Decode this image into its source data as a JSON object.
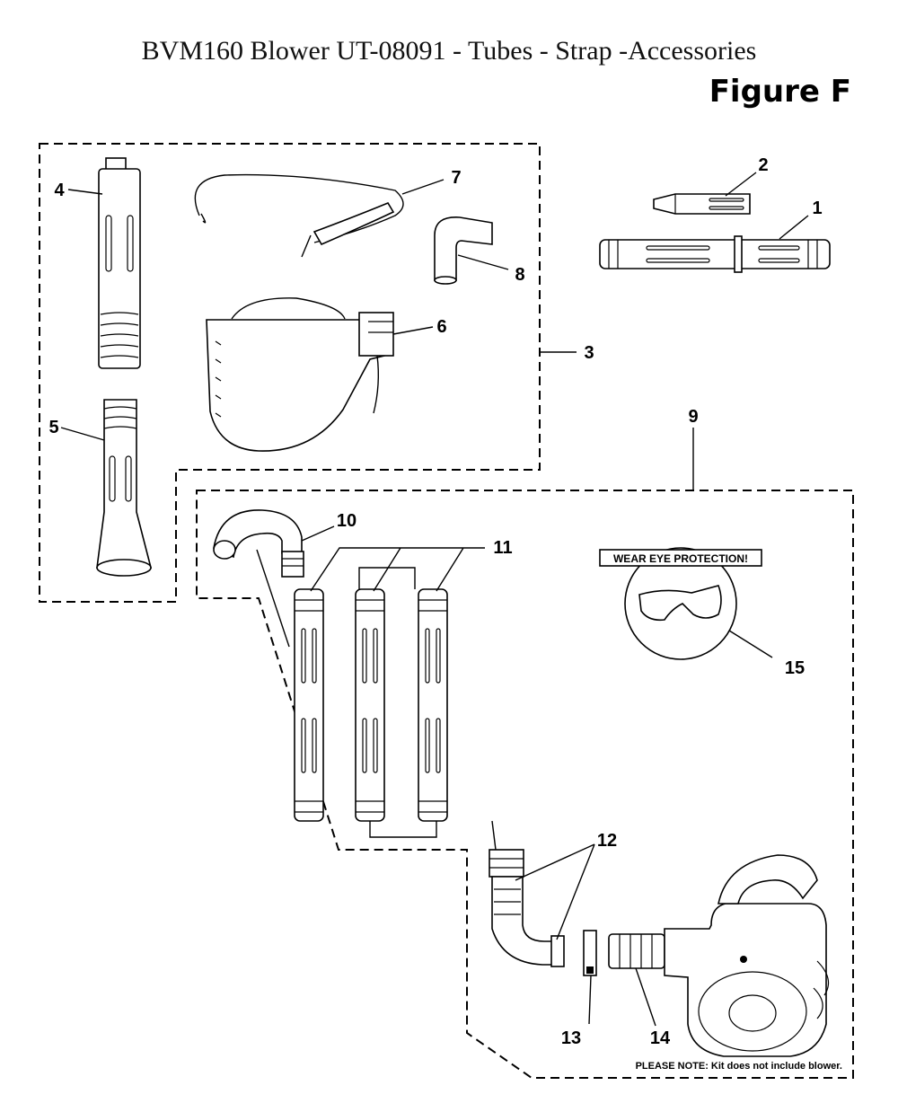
{
  "header": {
    "title": "BVM160 Blower UT-08091 - Tubes - Strap -Accessories",
    "figure": "Figure F"
  },
  "callouts": {
    "c1": "1",
    "c2": "2",
    "c3": "3",
    "c4": "4",
    "c5": "5",
    "c6": "6",
    "c7": "7",
    "c8": "8",
    "c9": "9",
    "c10": "10",
    "c11": "11",
    "c12": "12",
    "c13": "13",
    "c14": "14",
    "c15": "15"
  },
  "sign": {
    "text": "WEAR EYE PROTECTION!"
  },
  "note": {
    "text": "PLEASE NOTE: Kit does not include blower."
  }
}
